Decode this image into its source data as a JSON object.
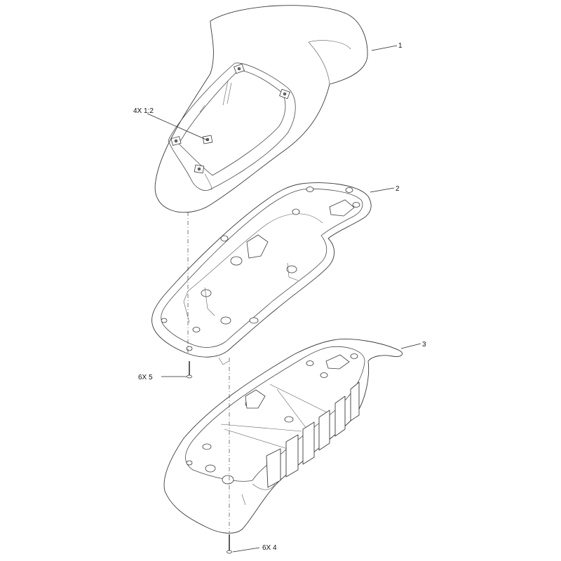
{
  "callouts": {
    "part1": "1",
    "part2": "2",
    "part3": "3",
    "clip_qty": "4X 1:2",
    "screw5_qty": "6X 5",
    "screw4_qty": "6X 4"
  }
}
